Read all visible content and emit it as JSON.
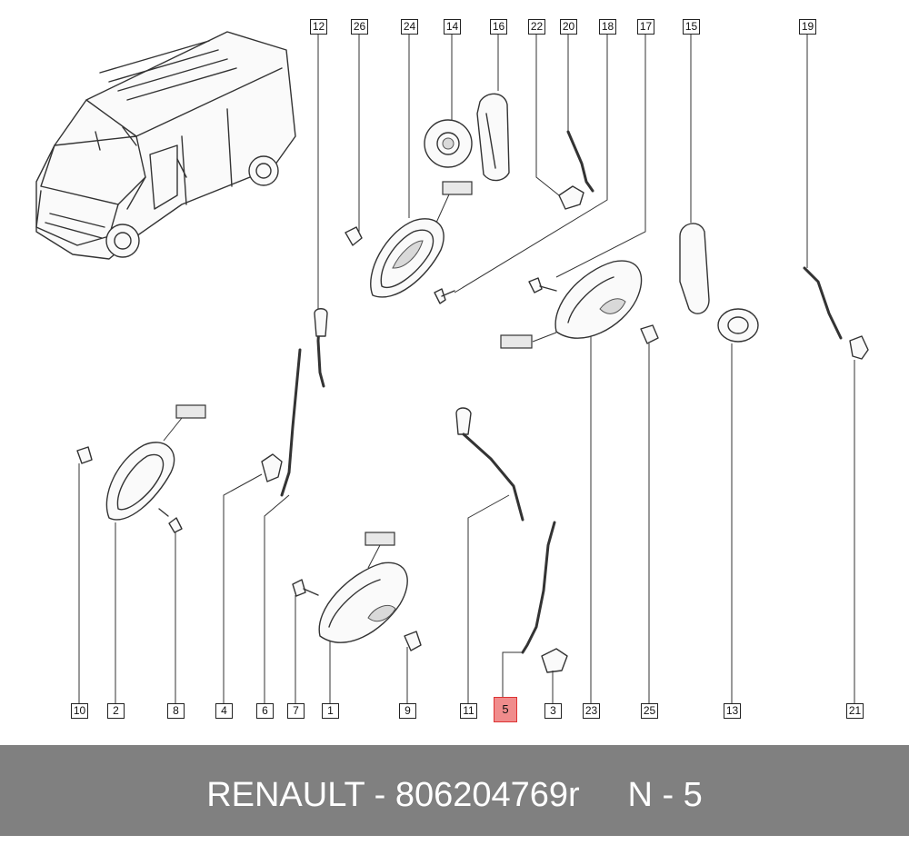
{
  "callouts": {
    "c12": "12",
    "c26": "26",
    "c24": "24",
    "c14": "14",
    "c16": "16",
    "c22": "22",
    "c20": "20",
    "c18": "18",
    "c17": "17",
    "c15": "15",
    "c19": "19",
    "c10": "10",
    "c2": "2",
    "c8": "8",
    "c4": "4",
    "c6": "6",
    "c7": "7",
    "c1": "1",
    "c9": "9",
    "c11": "11",
    "c5": "5",
    "c3": "3",
    "c23": "23",
    "c25": "25",
    "c13": "13",
    "c21": "21"
  },
  "highlighted_callout": "5",
  "footer": {
    "text": "RENAULT - 806204769r     N - 5"
  },
  "colors": {
    "highlight": "#f08c8c",
    "footer_bg": "#808080",
    "footer_text": "#ffffff"
  }
}
